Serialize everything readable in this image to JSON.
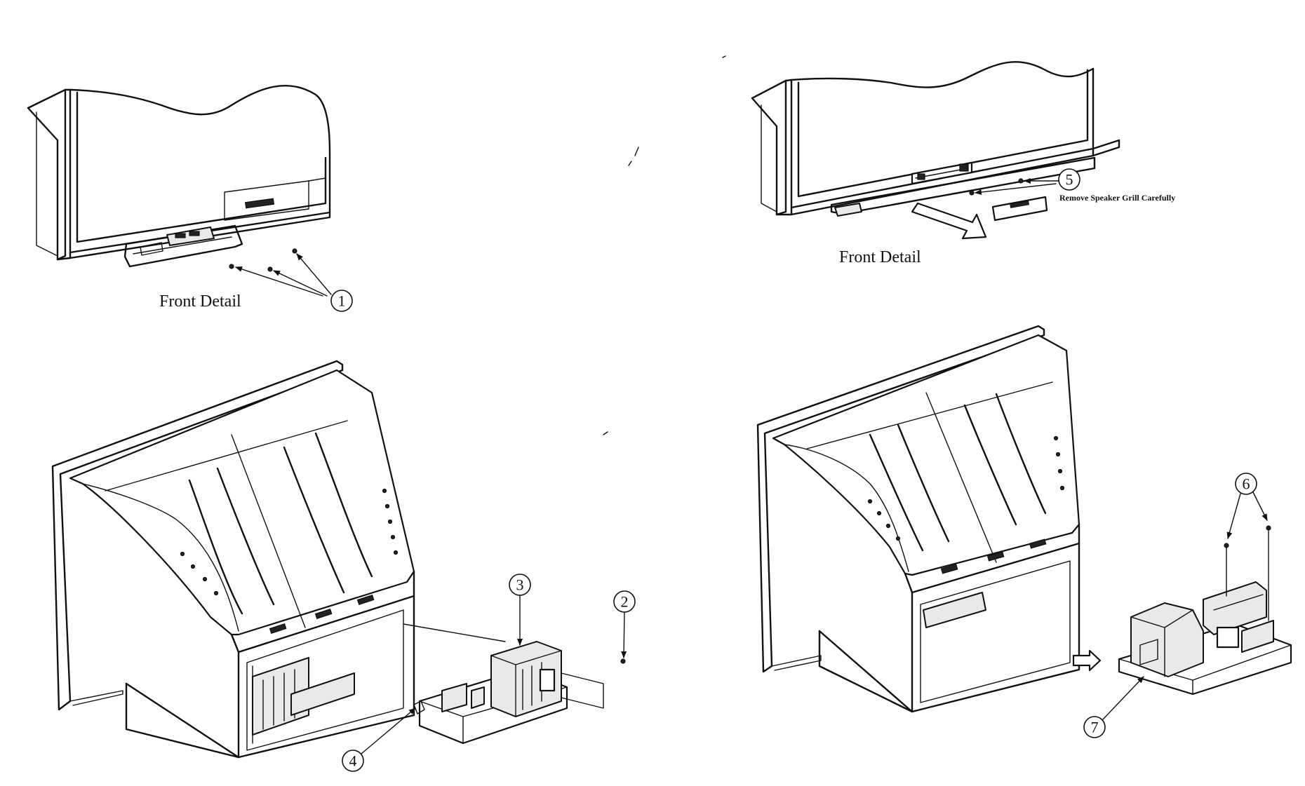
{
  "views": {
    "front_left": {
      "caption": "Front Detail"
    },
    "front_right": {
      "caption": "Front Detail",
      "note": "Remove Speaker Grill Carefully"
    },
    "rear_left": {},
    "rear_right": {}
  },
  "callouts": {
    "c1": "1",
    "c2": "2",
    "c3": "3",
    "c4": "4",
    "c5": "5",
    "c6": "6",
    "c7": "7"
  }
}
